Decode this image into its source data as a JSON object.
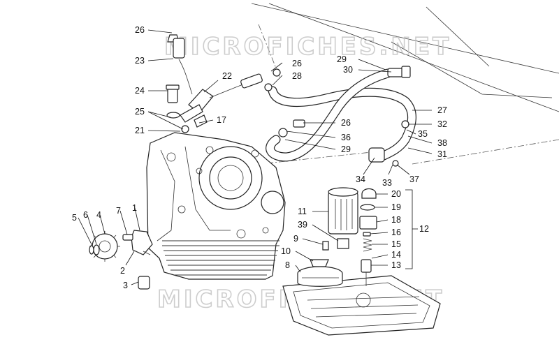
{
  "watermark": {
    "text": "MICROFICHES.NET"
  },
  "callouts": [
    "26",
    "23",
    "22",
    "26",
    "28",
    "29",
    "30",
    "24",
    "25",
    "17",
    "21",
    "27",
    "32",
    "26",
    "36",
    "29",
    "35",
    "38",
    "31",
    "34",
    "33",
    "37",
    "20",
    "19",
    "18",
    "16",
    "12",
    "15",
    "14",
    "13",
    "11",
    "39",
    "9",
    "10",
    "8",
    "5",
    "6",
    "4",
    "7",
    "1",
    "2",
    "3"
  ]
}
